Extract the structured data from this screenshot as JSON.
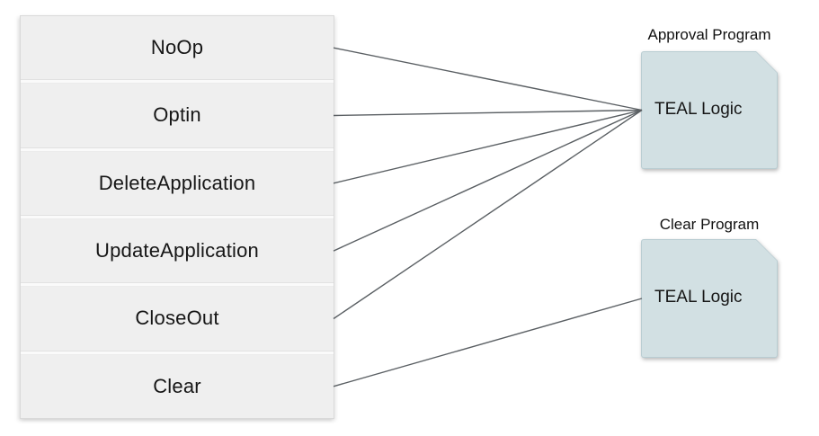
{
  "diagram": {
    "operations": [
      {
        "id": "noop",
        "label": "NoOp"
      },
      {
        "id": "optin",
        "label": "Optin"
      },
      {
        "id": "delete-application",
        "label": "DeleteApplication"
      },
      {
        "id": "update-application",
        "label": "UpdateApplication"
      },
      {
        "id": "closeout",
        "label": "CloseOut"
      },
      {
        "id": "clear",
        "label": "Clear"
      }
    ],
    "programs": [
      {
        "id": "approval",
        "title": "Approval Program",
        "body": "TEAL Logic"
      },
      {
        "id": "clear",
        "title": "Clear Program",
        "body": "TEAL Logic"
      }
    ],
    "connections": [
      {
        "from": "noop",
        "to": "approval"
      },
      {
        "from": "optin",
        "to": "approval"
      },
      {
        "from": "delete-application",
        "to": "approval"
      },
      {
        "from": "update-application",
        "to": "approval"
      },
      {
        "from": "closeout",
        "to": "approval"
      },
      {
        "from": "clear",
        "to": "clear"
      }
    ],
    "colors": {
      "connector_line": "#5a5f63",
      "operation_list_fill": "#efefef",
      "program_note_fill": "#d2e0e3",
      "program_note_edge": "#b9cdd2",
      "text": "#161616"
    }
  }
}
